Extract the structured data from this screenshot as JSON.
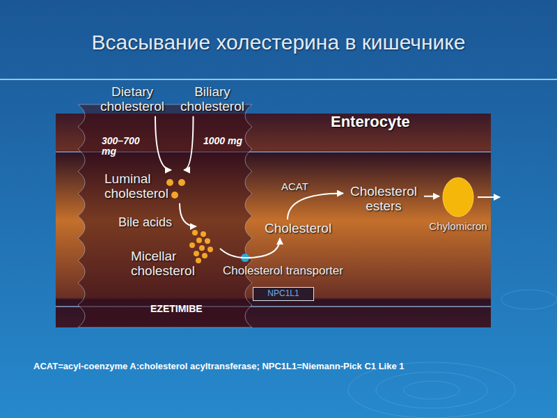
{
  "diagram": {
    "title": "Всасывание холестерина в кишечнике",
    "caption": "ACAT=acyl-coenzyme A:cholesterol acyltransferase; NPC1L1=Niemann-Pick C1 Like 1",
    "nodes": [
      {
        "text": [
          "Enterocyte"
        ]
      },
      {
        "text": [
          "Dietary cholesterol"
        ]
      },
      {
        "text": [
          "Biliary cholesterol"
        ]
      },
      {
        "text": [
          "Luminal cholesterol"
        ],
        "in": 0
      },
      {
        "text": [
          "Micellar cholesterol"
        ],
        "in": 0
      },
      {
        "text": [
          "Cholesterol transporter"
        ],
        "in": 0
      },
      {
        "text": [
          "NPC1L1"
        ],
        "in": 0
      },
      {
        "text": [
          "Cholesterol"
        ],
        "in": 0
      },
      {
        "text": [
          "Cholesterol esters"
        ],
        "in": 0
      },
      {
        "text": [
          "Chylomicron"
        ],
        "in": 0
      }
    ],
    "edges": [
      {
        "from": 1,
        "to": 3,
        "arrow": "to"
      },
      {
        "from": 2,
        "to": 3,
        "arrow": "to"
      },
      {
        "from": 3,
        "to": 4,
        "arrow": "to"
      },
      {
        "from": 4,
        "to": 7,
        "arrow": "to"
      },
      {
        "from": 7,
        "to": 8,
        "label": "ACAT",
        "arrow": "to"
      },
      {
        "from": 8,
        "to": 9,
        "arrow": "to"
      }
    ],
    "labels": [
      "300–700 mg",
      "1000 mg",
      "Bile acids",
      "EZETIMIBE"
    ]
  }
}
